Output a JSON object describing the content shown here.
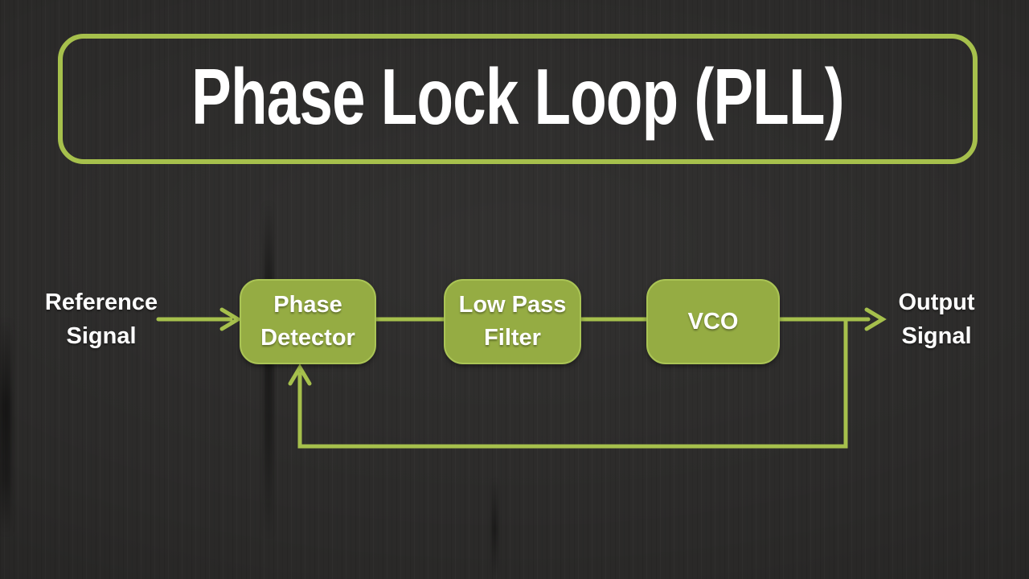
{
  "title": {
    "text": "Phase Lock Loop (PLL)"
  },
  "diagram": {
    "input_label": "Reference\nSignal",
    "output_label": "Output\nSignal",
    "blocks": [
      {
        "id": "phase-detector",
        "label": "Phase\nDetector"
      },
      {
        "id": "low-pass-filter",
        "label": "Low Pass\nFilter"
      },
      {
        "id": "vco",
        "label": "VCO"
      }
    ]
  },
  "colors": {
    "background": "#2b2a29",
    "accent_green": "#a6c04c",
    "block_fill": "#95ac43",
    "block_border": "#aac455",
    "text_white": "#ffffff"
  }
}
